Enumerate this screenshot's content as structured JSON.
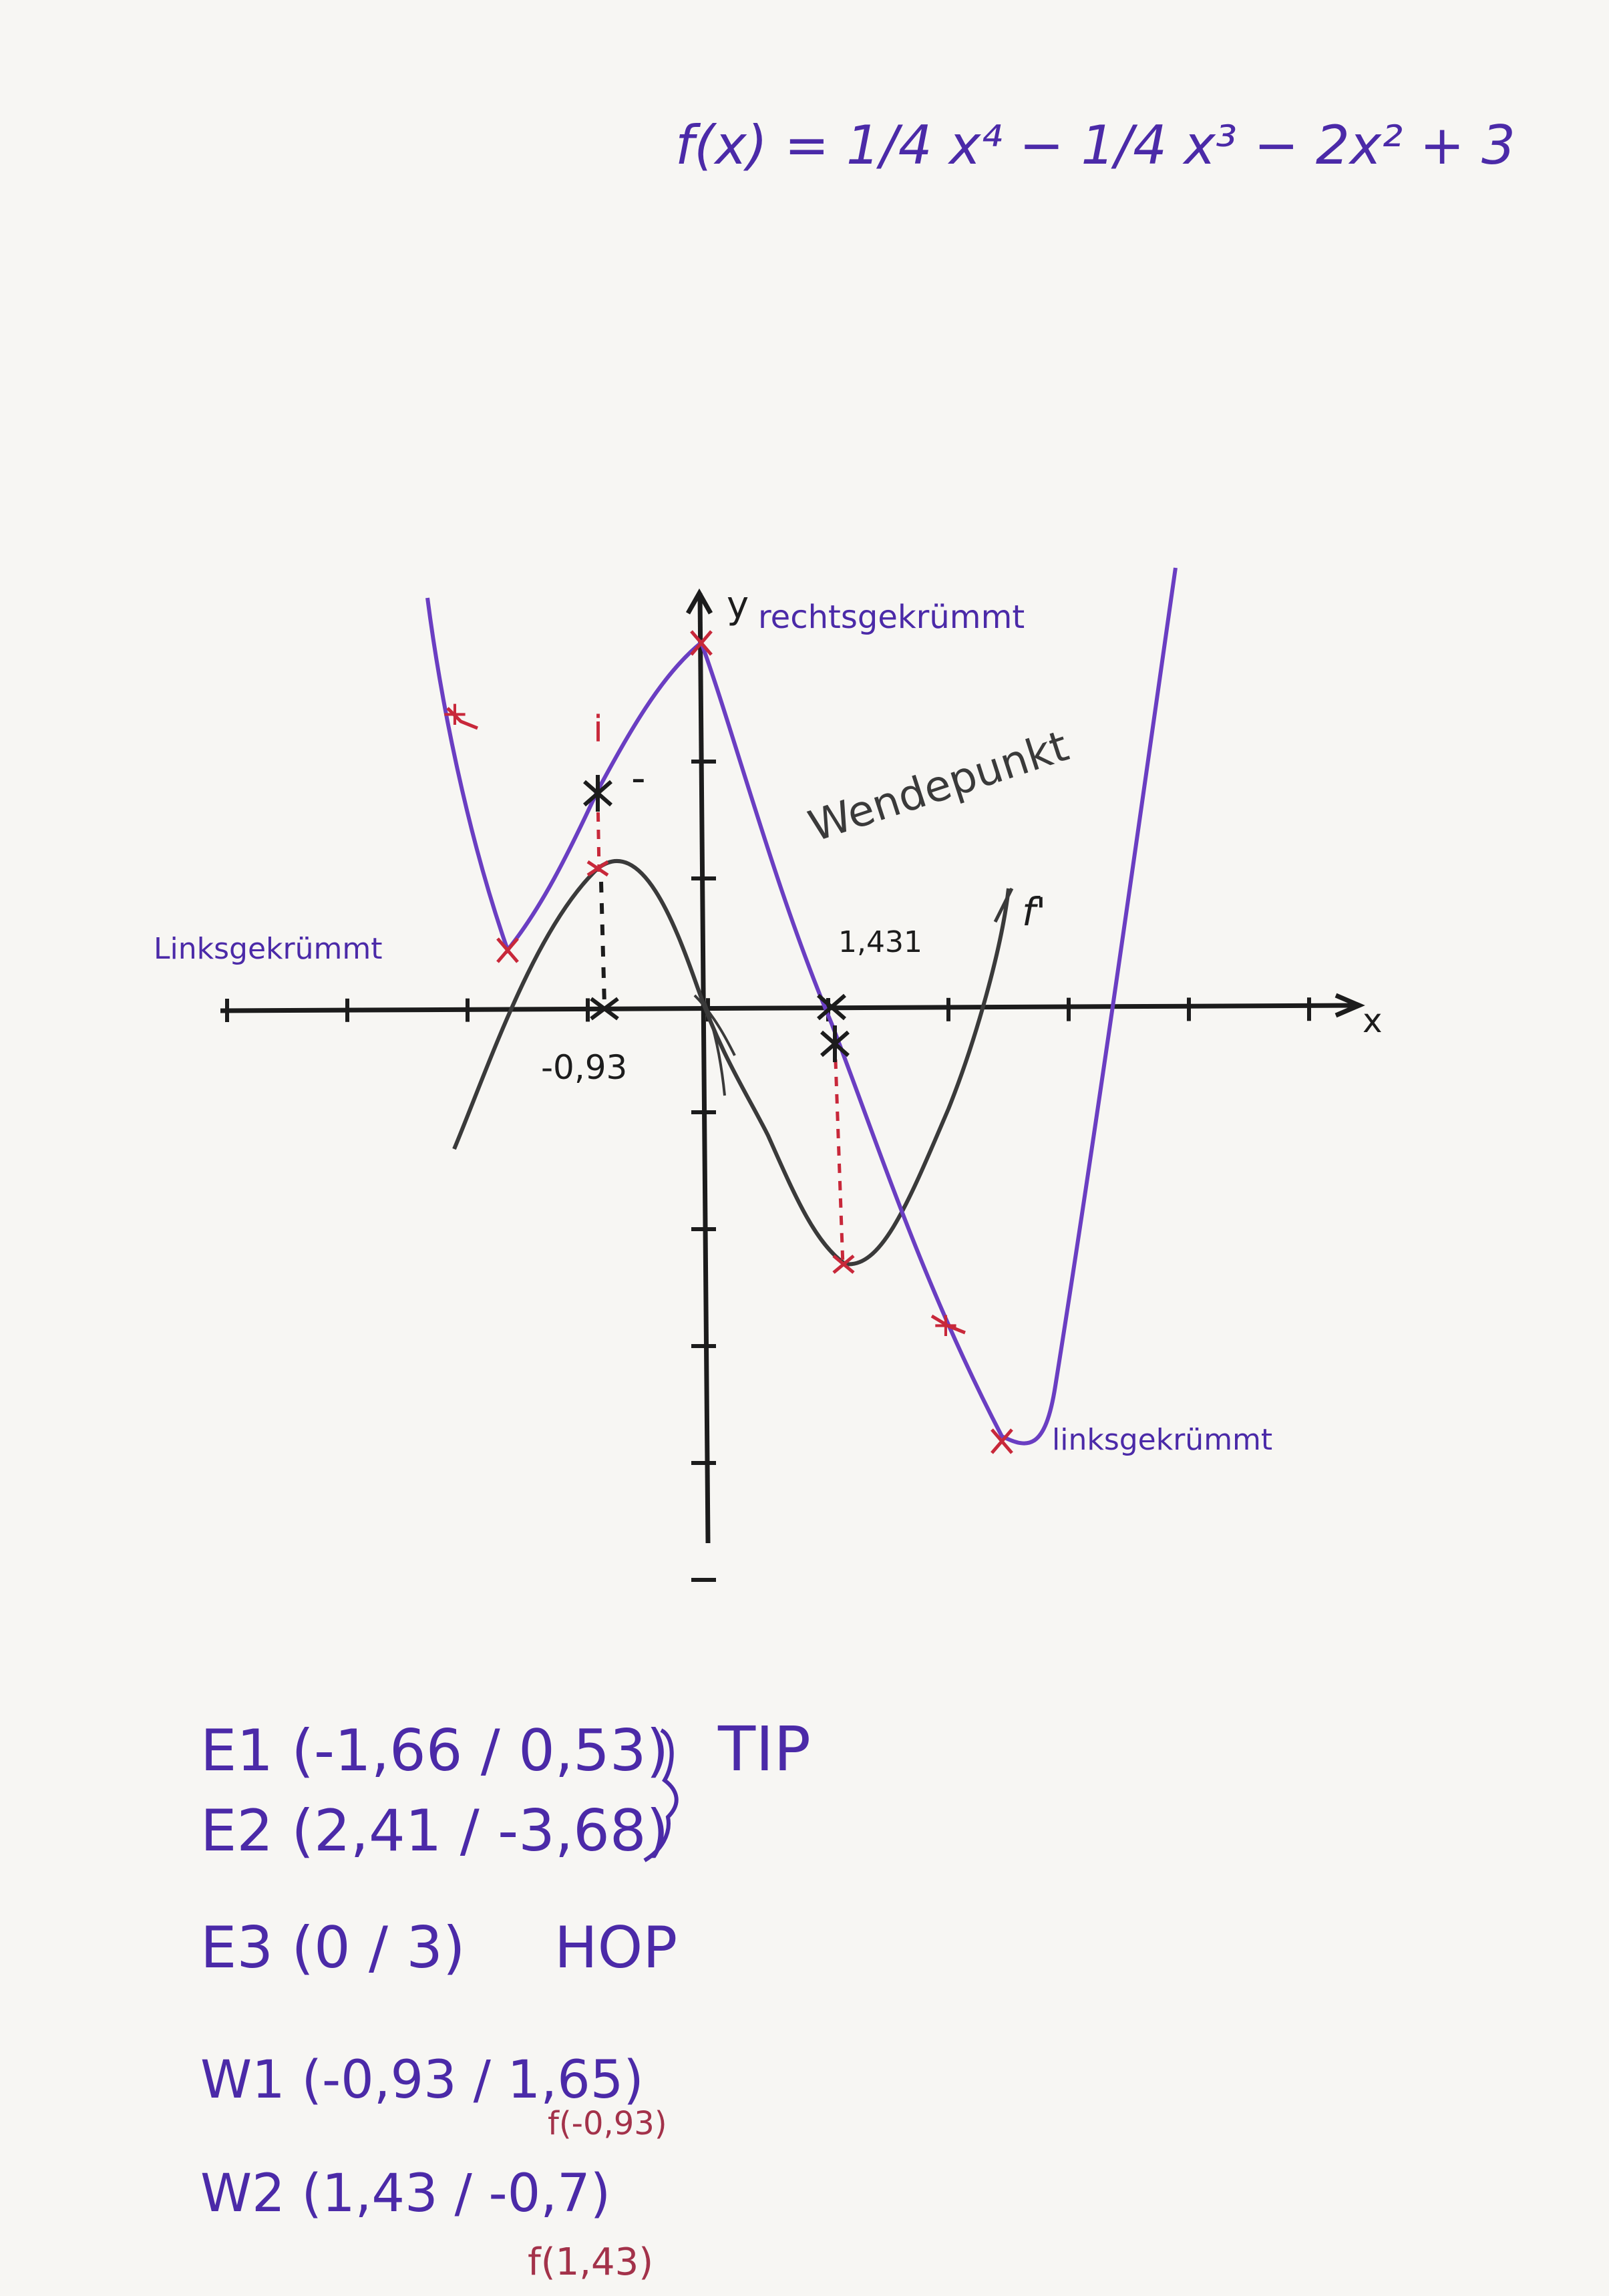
{
  "colors": {
    "ink_purple": "#4b2aa8",
    "curve_purple": "#6a3ec2",
    "ink_black": "#1c1c1c",
    "ink_red": "#c8283a",
    "curve_gray": "#3a3a3a",
    "paper": "#f7f6f3"
  },
  "formula": "f(x) = 1/4 x⁴ − 1/4 x³ − 2x² + 3",
  "graph": {
    "y_axis_label": "y",
    "x_axis_label": "x",
    "derivative_label": "f'",
    "label_rechtsgekruemmt": "rechtsgekrümmt",
    "label_wendepunkt": "Wendepunkt",
    "label_linksgekruemmt_left": "Linksgekrümmt",
    "label_linksgekruemmt_right": "linksgekrümmt",
    "x_mark_left": "-0,93",
    "x_mark_right": "1,431",
    "sign_minus": "-",
    "sign_plus_left": "+",
    "sign_plus_right": "+",
    "sign_i": "i"
  },
  "notes": {
    "e1": "E1 (-1,66 / 0,53)",
    "e2": "E2 (2,41 / -3,68)",
    "tip": "TIP",
    "e3": "E3 (0 / 3)",
    "hop": "HOP",
    "w1": "W1 (-0,93 / 1,65)",
    "w1_sub": "f(-0,93)",
    "w2": "W2 (1,43 / -0,7)",
    "w2_sub": "f(1,43)"
  }
}
